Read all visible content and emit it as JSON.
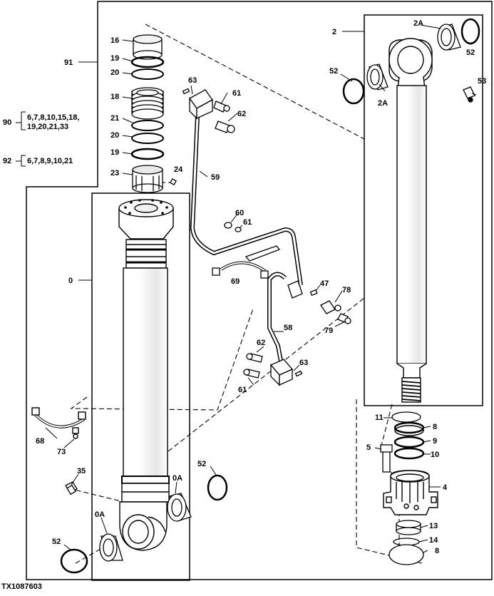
{
  "figure_ref": "TX1087603",
  "callouts": {
    "c0": "0",
    "c0A_left": "0A",
    "c0A_right": "0A",
    "c2": "2",
    "c2A_top": "2A",
    "c2A_bottom": "2A",
    "c4": "4",
    "c5": "5",
    "c8_top": "8",
    "c8_bottom": "8",
    "c9": "9",
    "c10": "10",
    "c11": "11",
    "c13": "13",
    "c14": "14",
    "c16": "16",
    "c18": "18",
    "c19_top": "19",
    "c19_bottom": "19",
    "c20_top": "20",
    "c20_bottom": "20",
    "c21": "21",
    "c23": "23",
    "c24": "24",
    "c35": "35",
    "c47": "47",
    "c52_tr": "52",
    "c52_ml": "52",
    "c52_mid": "52",
    "c52_bl": "52",
    "c53": "53",
    "c58": "58",
    "c59": "59",
    "c60": "60",
    "c61_a": "61",
    "c61_b": "61",
    "c61_c": "61",
    "c62_a": "62",
    "c62_b": "62",
    "c63_a": "63",
    "c63_b": "63",
    "c68": "68",
    "c69": "69",
    "c73": "73",
    "c78": "78",
    "c79": "79",
    "c91": "91"
  },
  "kits": {
    "k90": {
      "number": "90",
      "line1": "6,7,8,10,15,18,",
      "line2": "19,20,21,33"
    },
    "k92": {
      "number": "92",
      "parts": "6,7,8,9,10,21"
    }
  }
}
